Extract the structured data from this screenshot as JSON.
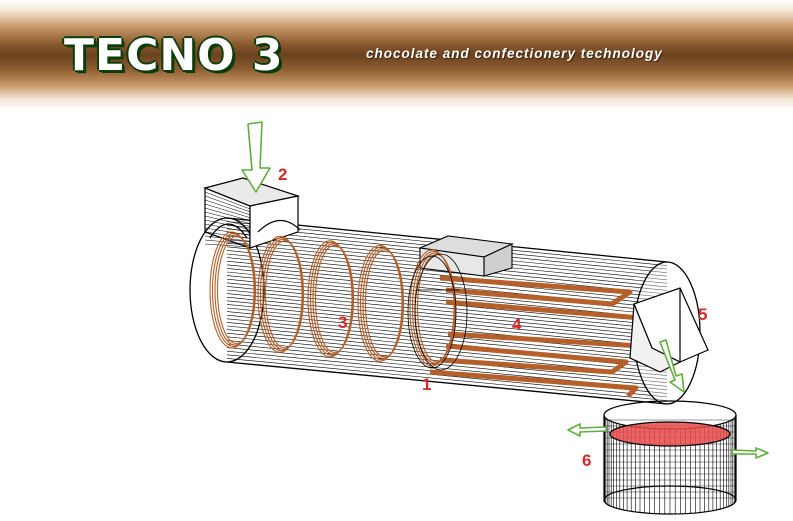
{
  "header": {
    "logo_text": "TECNO 3",
    "tagline": "chocolate and confectionery technology"
  },
  "diagram": {
    "labels": [
      "1",
      "2",
      "3",
      "4",
      "5",
      "6"
    ],
    "colors": {
      "outline": "#000000",
      "coil": "#b5602a",
      "label": "#d42a2a",
      "arrow": "#5fae3e",
      "liquid": "#e84a4a",
      "hopper_fill": "#d9d9d9"
    }
  }
}
